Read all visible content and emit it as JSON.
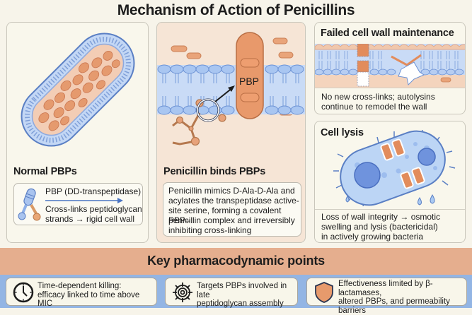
{
  "title": "Mechanism of Action of Penicillins",
  "panels": {
    "normal": {
      "title": "Normal PBPs",
      "box_heading": "PBP (DD-transpeptidase)",
      "box_line1": "Cross-links peptidoglycan",
      "box_line2": "strands → rigid cell wall",
      "icons": [
        "bacterium-cell-icon",
        "pbp-protein-icon",
        "arrow-right-icon"
      ]
    },
    "binds": {
      "title": "Penicillin binds PBPs",
      "pbp_label": "PBP",
      "text_lines": [
        "Penicillin mimics D-Ala-D-Ala and",
        "acylates the transpeptidase active-",
        "site serine, forming a covalent PBP–",
        "penicillin complex and irreversibly",
        "inhibiting cross-linking"
      ]
    },
    "failed": {
      "title": "Failed cell wall maintenance",
      "text_lines": [
        "No new cross-links; autolysins",
        "continue to remodel the wall"
      ]
    },
    "lysis": {
      "title": "Cell lysis",
      "text_lines": [
        "Loss of wall integrity → osmotic",
        "swelling and lysis (bactericidal)",
        "in actively growing bacteria"
      ]
    }
  },
  "key_points": {
    "title": "Key pharmacodynamic points",
    "items": [
      {
        "icon": "clock-icon",
        "lines": [
          "Time-dependent killing:",
          "efficacy linked to time above MIC"
        ]
      },
      {
        "icon": "target-icon",
        "lines": [
          "Targets PBPs involved in late",
          "peptidoglycan assembly"
        ]
      },
      {
        "icon": "shield-icon",
        "lines": [
          "Effectiveness limited by β-lactamases,",
          "altered PBPs, and permeability",
          "barriers"
        ]
      }
    ]
  },
  "colors": {
    "orange_accent": "#e5ae8e",
    "blue_band": "#93b5e4",
    "membrane_blue": "#bcd3f2",
    "protein_orange": "#e49a6e"
  }
}
